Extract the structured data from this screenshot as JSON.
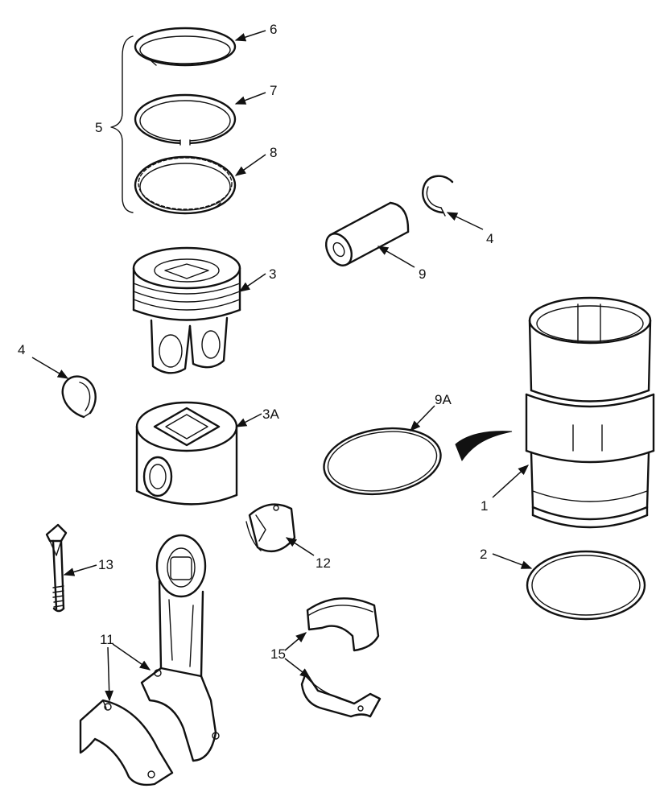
{
  "callouts": {
    "c1": "1",
    "c2": "2",
    "c3": "3",
    "c3a": "3A",
    "c4_upper": "4",
    "c4_left": "4",
    "c5": "5",
    "c6": "6",
    "c7": "7",
    "c8": "8",
    "c9": "9",
    "c9a": "9A",
    "c11": "11",
    "c12": "12",
    "c13": "13",
    "c15": "15"
  },
  "parts": [
    {
      "callout": "1",
      "icon": "cylinder-liner-icon"
    },
    {
      "callout": "2",
      "icon": "liner-seal-ring-icon"
    },
    {
      "callout": "3",
      "icon": "piston-icon"
    },
    {
      "callout": "3A",
      "icon": "piston-alternate-icon"
    },
    {
      "callout": "4",
      "icon": "retaining-ring-icon"
    },
    {
      "callout": "5",
      "icon": "piston-ring-set-icon"
    },
    {
      "callout": "6",
      "icon": "top-ring-icon"
    },
    {
      "callout": "7",
      "icon": "second-ring-icon"
    },
    {
      "callout": "8",
      "icon": "oil-ring-icon"
    },
    {
      "callout": "9",
      "icon": "piston-pin-icon"
    },
    {
      "callout": "9A",
      "icon": "o-ring-icon"
    },
    {
      "callout": "11",
      "icon": "connecting-rod-icon"
    },
    {
      "callout": "12",
      "icon": "rod-bushing-icon"
    },
    {
      "callout": "13",
      "icon": "rod-bolt-icon"
    },
    {
      "callout": "15",
      "icon": "bearing-shell-icon"
    }
  ]
}
